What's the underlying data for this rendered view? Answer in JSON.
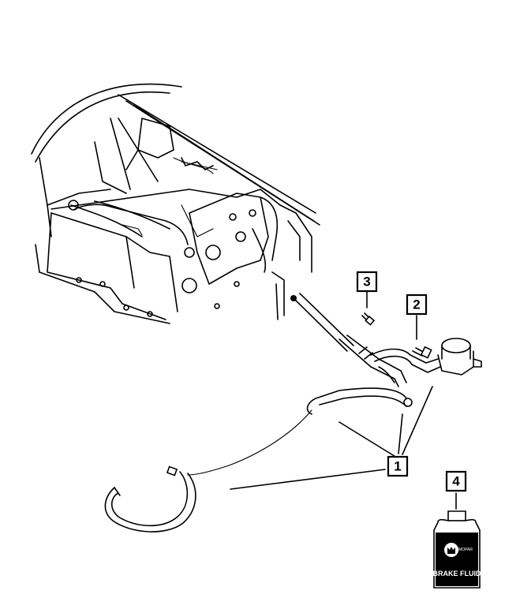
{
  "callouts": [
    {
      "id": "1",
      "label": "1"
    },
    {
      "id": "2",
      "label": "2"
    },
    {
      "id": "3",
      "label": "3"
    },
    {
      "id": "4",
      "label": "4"
    }
  ],
  "bottle": {
    "brand": "MOPAR",
    "product": "BRAKE FLUID"
  }
}
